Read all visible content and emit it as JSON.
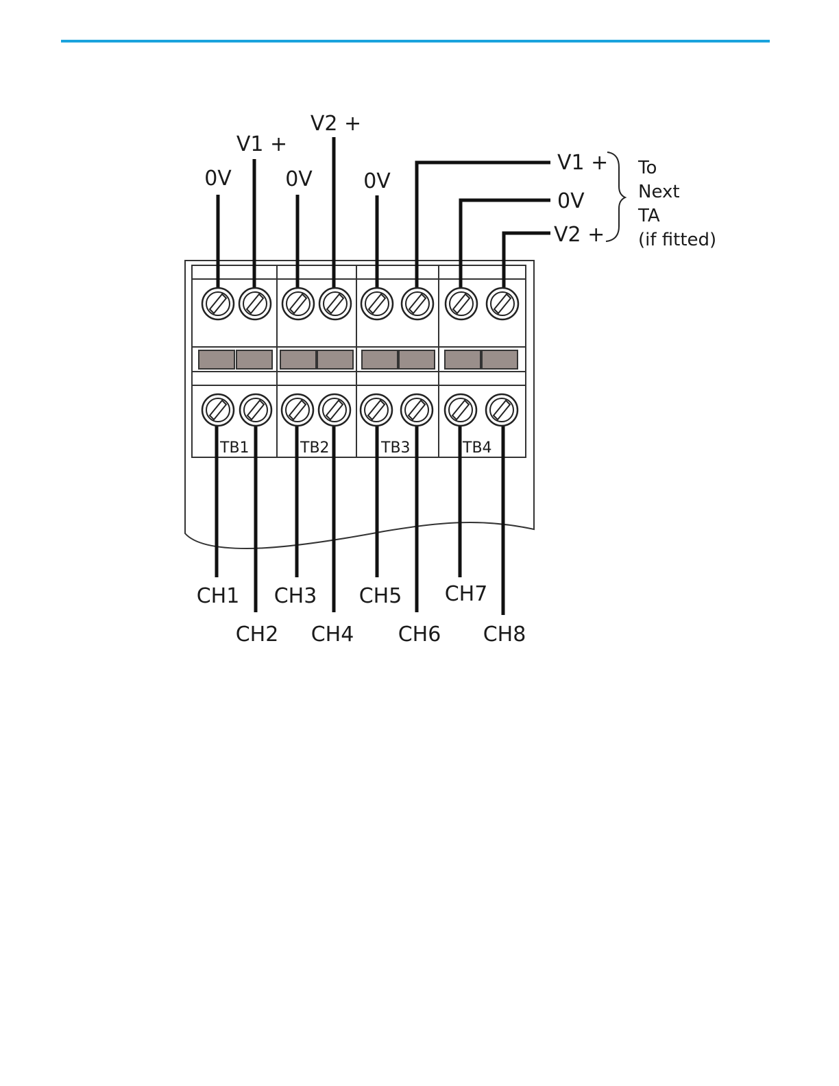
{
  "colors": {
    "accent_rule": "#1ba3dd",
    "wire": "#111111",
    "pad": "#9a8f8b"
  },
  "top_labels": [
    {
      "id": "0v-a",
      "text": "0V"
    },
    {
      "id": "v1-plus",
      "text": "V1 +"
    },
    {
      "id": "0v-b",
      "text": "0V"
    },
    {
      "id": "v2-plus",
      "text": "V2 +"
    },
    {
      "id": "0v-c",
      "text": "0V"
    }
  ],
  "next_ta": {
    "wires": [
      {
        "id": "v1-plus-out",
        "text": "V1 +"
      },
      {
        "id": "0v-out",
        "text": "0V"
      },
      {
        "id": "v2-plus-out",
        "text": "V2 +"
      }
    ],
    "note_lines": [
      "To",
      "Next",
      "TA",
      "(if fitted)"
    ]
  },
  "terminal_blocks": [
    "TB1",
    "TB2",
    "TB3",
    "TB4"
  ],
  "channels": [
    "CH1",
    "CH2",
    "CH3",
    "CH4",
    "CH5",
    "CH6",
    "CH7",
    "CH8"
  ]
}
